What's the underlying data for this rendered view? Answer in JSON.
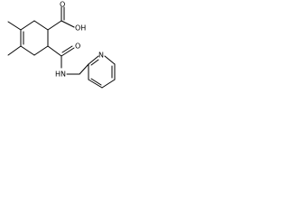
{
  "molecule": {
    "labels": {
      "carboxyl_oh": "OH",
      "carboxyl_o": "O",
      "amide_o": "O",
      "amide_nh": "HN",
      "pyridine_n": "N"
    },
    "colors": {
      "bond": "#000000",
      "text": "#000000",
      "background": "#ffffff"
    }
  }
}
